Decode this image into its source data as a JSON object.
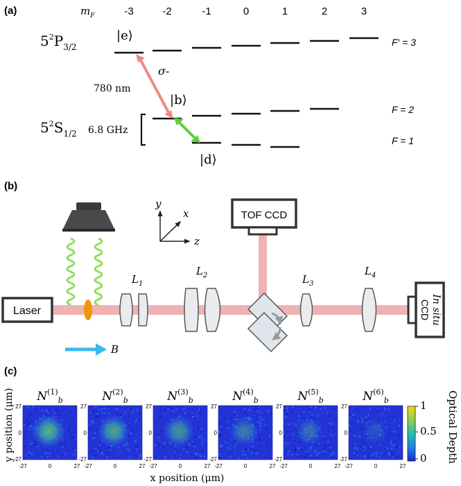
{
  "panel_a": {
    "label": "(a)",
    "mF_symbol": "m",
    "mF_sub": "F",
    "mF_values": [
      "-3",
      "-2",
      "-1",
      "0",
      "1",
      "2",
      "3"
    ],
    "excited_state": {
      "base": "5",
      "sup": "2",
      "letter": "P",
      "sub": "3/2"
    },
    "ground_state": {
      "base": "5",
      "sup": "2",
      "letter": "S",
      "sub": "1/2"
    },
    "F_prime": "F′ = 3",
    "F2": "F = 2",
    "F1": "F = 1",
    "wavelength": "780 nm",
    "hyperfine": "6.8 GHz",
    "polarization": "σ-",
    "ket_e": "|e⟩",
    "ket_b": "|b⟩",
    "ket_d": "|d⟩",
    "colors": {
      "optical": "#f08a80",
      "microwave": "#5ccf3c"
    }
  },
  "panel_b": {
    "label": "(b)",
    "laser": "Laser",
    "tof_ccd": "TOF CCD",
    "insitu_ccd_italic": "In situ",
    "insitu_ccd": "CCD",
    "lenses": [
      "L1",
      "L2",
      "L3",
      "L4"
    ],
    "axes": {
      "x": "x",
      "y": "y",
      "z": "z"
    },
    "field": "B",
    "colors": {
      "beam": "#e8888a",
      "microwave_wave": "#8ee05a",
      "field_arrow": "#3bb8ee",
      "atom": "#f0960a"
    }
  },
  "panel_c": {
    "label": "(c)",
    "images": [
      {
        "symbol": "N",
        "sup": "(1)",
        "sub": "b",
        "intensity": 0.78
      },
      {
        "symbol": "N",
        "sup": "(2)",
        "sub": "b",
        "intensity": 0.7
      },
      {
        "symbol": "N",
        "sup": "(3)",
        "sub": "b",
        "intensity": 0.6
      },
      {
        "symbol": "N",
        "sup": "(4)",
        "sub": "b",
        "intensity": 0.45
      },
      {
        "symbol": "N",
        "sup": "(5)",
        "sub": "b",
        "intensity": 0.35
      },
      {
        "symbol": "N",
        "sup": "(6)",
        "sub": "b",
        "intensity": 0.2
      }
    ],
    "y_ticks": [
      "27",
      "0",
      "-27"
    ],
    "x_ticks": [
      "-27",
      "0",
      "27"
    ],
    "x_label": "x position (μm)",
    "y_label": "y position (μm)",
    "colorbar_label": "Optical Depth",
    "colorbar_ticks": [
      "1",
      "0.5",
      "0"
    ]
  }
}
